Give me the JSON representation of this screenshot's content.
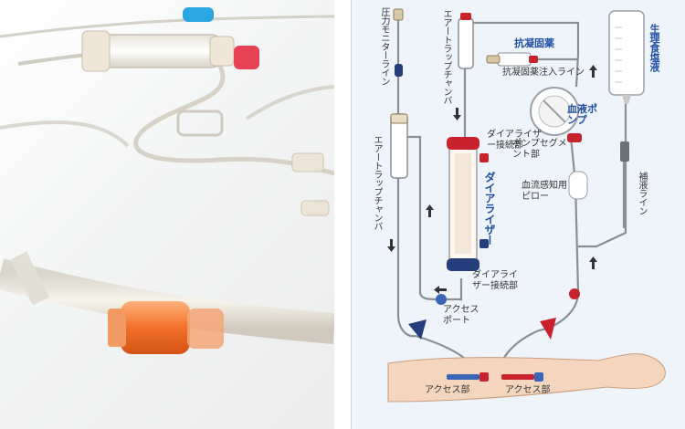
{
  "labels": {
    "pressure_monitor_line": "圧力モニターライン",
    "air_trap_chamber_top": "エアートラップチャンバ",
    "anticoagulant": "抗凝固薬",
    "anticoagulant_line": "抗凝固薬注入ライン",
    "saline": "生理食塩液",
    "blood_pump": "血液ポンプ",
    "pump_segment": "ポンプセグメント部",
    "dialyzer_connector_top": "ダイアライザー接続部",
    "dialyzer": "ダイアライザー",
    "air_trap_chamber_left": "エアートラップチャンバ",
    "blood_flow_pillow": "血流感知用ピロー",
    "fluid_line": "補液ライン",
    "dialyzer_connector_bottom": "ダイアライザー接続部",
    "access_port": "アクセスポート",
    "access_left": "アクセス部",
    "access_right": "アクセス部"
  },
  "colors": {
    "tube": "#8a8f95",
    "blue_label": "#1f4fa5",
    "red_part": "#c8232c",
    "navy_part": "#263e7c",
    "skin": "#f4d6bf",
    "panel_bg": "#eef4f9"
  }
}
